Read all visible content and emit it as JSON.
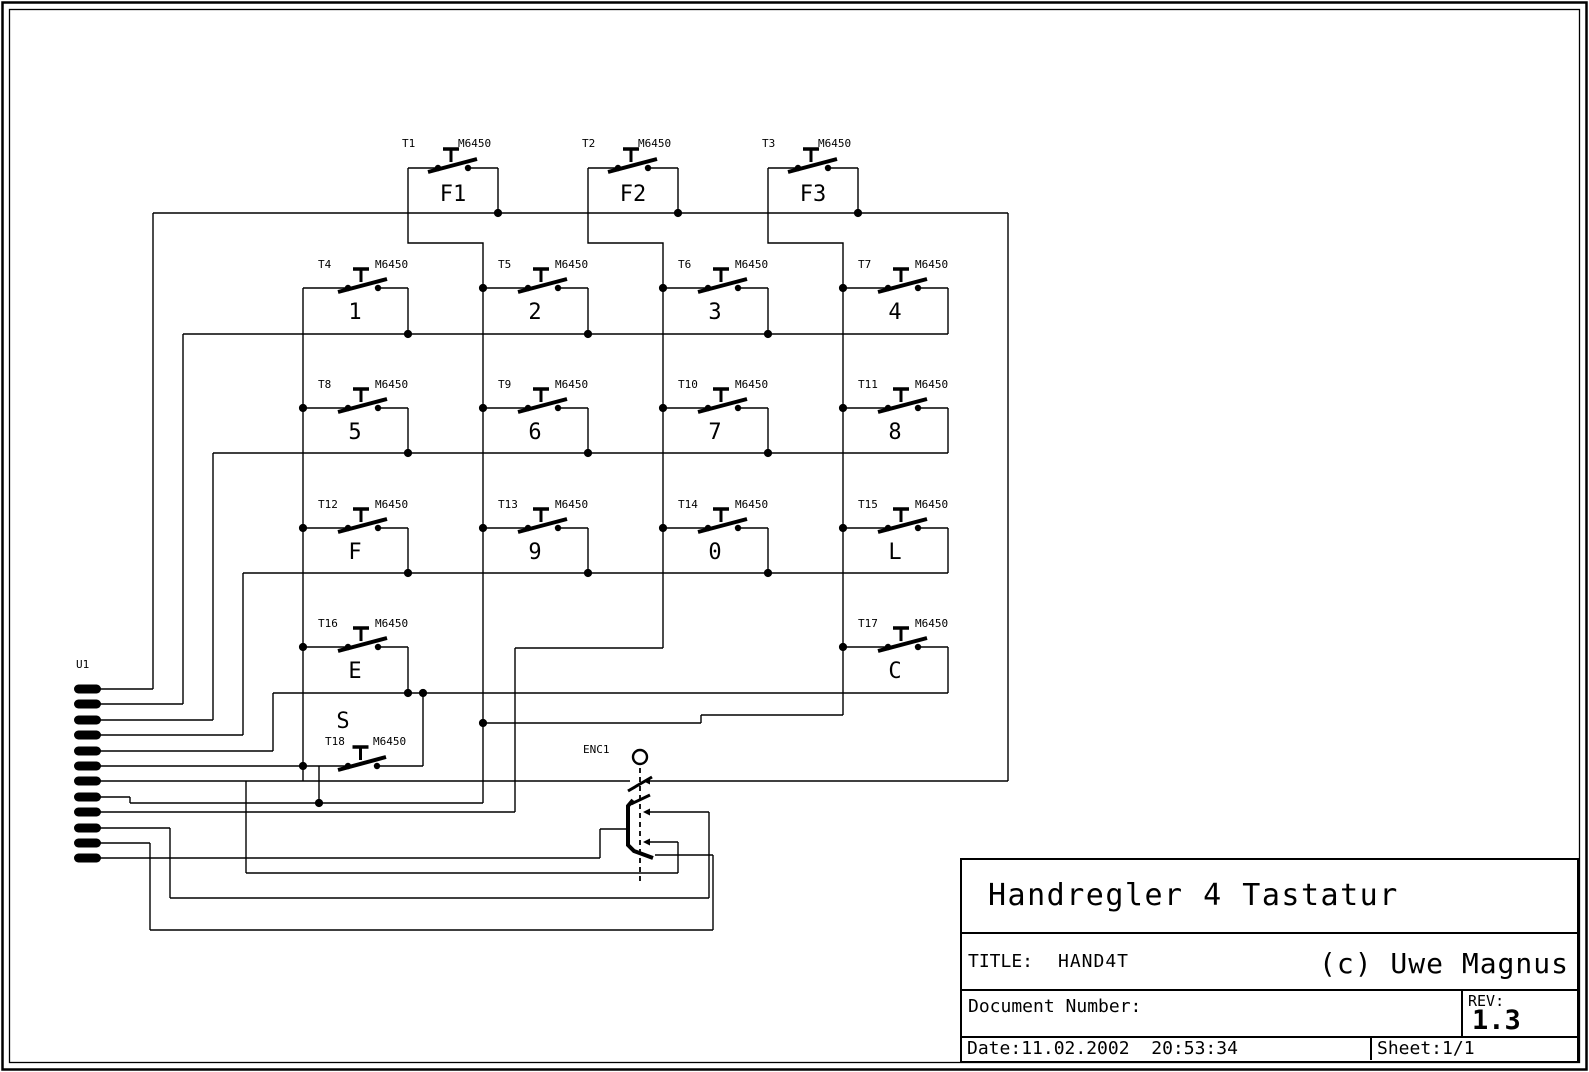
{
  "schematic": {
    "connector": {
      "ref": "U1",
      "pin_count": 12
    },
    "encoder": {
      "ref": "ENC1"
    },
    "switch_part": "M6450",
    "switches": [
      {
        "ref": "T1",
        "key": "F1"
      },
      {
        "ref": "T2",
        "key": "F2"
      },
      {
        "ref": "T3",
        "key": "F3"
      },
      {
        "ref": "T4",
        "key": "1"
      },
      {
        "ref": "T5",
        "key": "2"
      },
      {
        "ref": "T6",
        "key": "3"
      },
      {
        "ref": "T7",
        "key": "4"
      },
      {
        "ref": "T8",
        "key": "5"
      },
      {
        "ref": "T9",
        "key": "6"
      },
      {
        "ref": "T10",
        "key": "7"
      },
      {
        "ref": "T11",
        "key": "8"
      },
      {
        "ref": "T12",
        "key": "F"
      },
      {
        "ref": "T13",
        "key": "9"
      },
      {
        "ref": "T14",
        "key": "0"
      },
      {
        "ref": "T15",
        "key": "L"
      },
      {
        "ref": "T16",
        "key": "E"
      },
      {
        "ref": "T17",
        "key": "C"
      },
      {
        "ref": "T18",
        "key": "S"
      }
    ]
  },
  "title_block": {
    "title": "Handregler 4 Tastatur",
    "title_label": "TITLE:",
    "title_value": "HAND4T",
    "copyright": "(c) Uwe Magnus",
    "document_number_label": "Document Number:",
    "rev_label": "REV:",
    "rev_value": "1.3",
    "date_label": "Date:",
    "date_value": "11.02.2002  20:53:34",
    "sheet_label": "Sheet:",
    "sheet_value": "1/1"
  }
}
